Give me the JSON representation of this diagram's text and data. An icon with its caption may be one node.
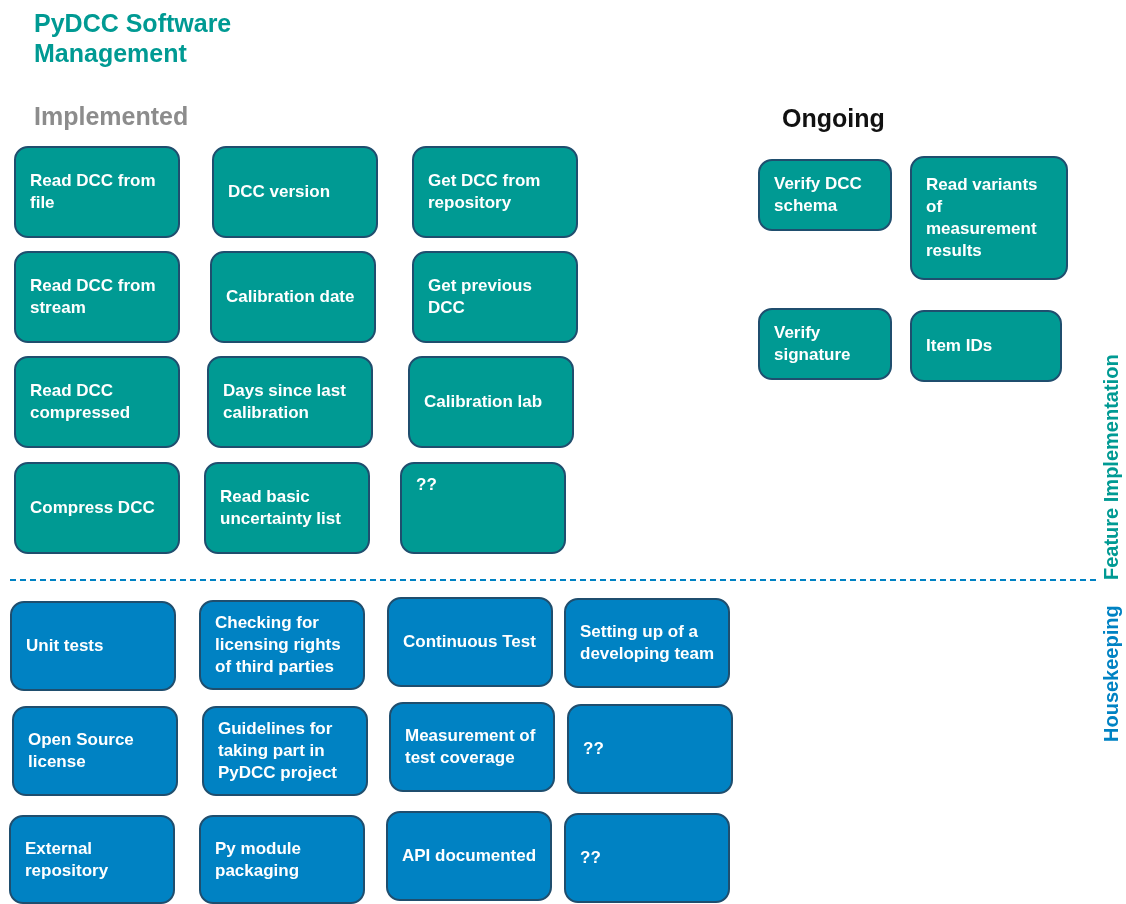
{
  "diagram": {
    "title": "PyDCC Software Management",
    "nodes": [
      {
        "text": [
          "Read DCC from file"
        ]
      },
      {
        "text": [
          "DCC version"
        ]
      },
      {
        "text": [
          "Get DCC from repository"
        ]
      },
      {
        "text": [
          "Read DCC from stream"
        ]
      },
      {
        "text": [
          "Calibration date"
        ]
      },
      {
        "text": [
          "Get previous DCC"
        ]
      },
      {
        "text": [
          "Read DCC compressed"
        ]
      },
      {
        "text": [
          "Days since last calibration"
        ]
      },
      {
        "text": [
          "Calibration lab"
        ]
      },
      {
        "text": [
          "Compress DCC"
        ]
      },
      {
        "text": [
          "Read basic uncertainty list"
        ]
      },
      {
        "text": [
          "??"
        ]
      },
      {
        "text": [
          "Verify DCC schema"
        ]
      },
      {
        "text": [
          "Read variants of measurement results"
        ]
      },
      {
        "text": [
          "Verify signature"
        ]
      },
      {
        "text": [
          "Item IDs"
        ]
      },
      {
        "text": [
          "Unit tests"
        ]
      },
      {
        "text": [
          "Checking for licensing rights of third parties"
        ]
      },
      {
        "text": [
          "Continuous Test"
        ]
      },
      {
        "text": [
          "Setting up of a developing team"
        ]
      },
      {
        "text": [
          "Open Source license"
        ]
      },
      {
        "text": [
          "Guidelines for taking part in PyDCC project"
        ]
      },
      {
        "text": [
          "Measurement of test coverage"
        ]
      },
      {
        "text": [
          "??"
        ]
      },
      {
        "text": [
          "External repository"
        ]
      },
      {
        "text": [
          "Py module packaging"
        ]
      },
      {
        "text": [
          "API documented"
        ]
      },
      {
        "text": [
          "??"
        ]
      }
    ],
    "labels": [
      "Implemented",
      "Ongoing",
      "Feature Implementation",
      "Housekeeping"
    ]
  }
}
